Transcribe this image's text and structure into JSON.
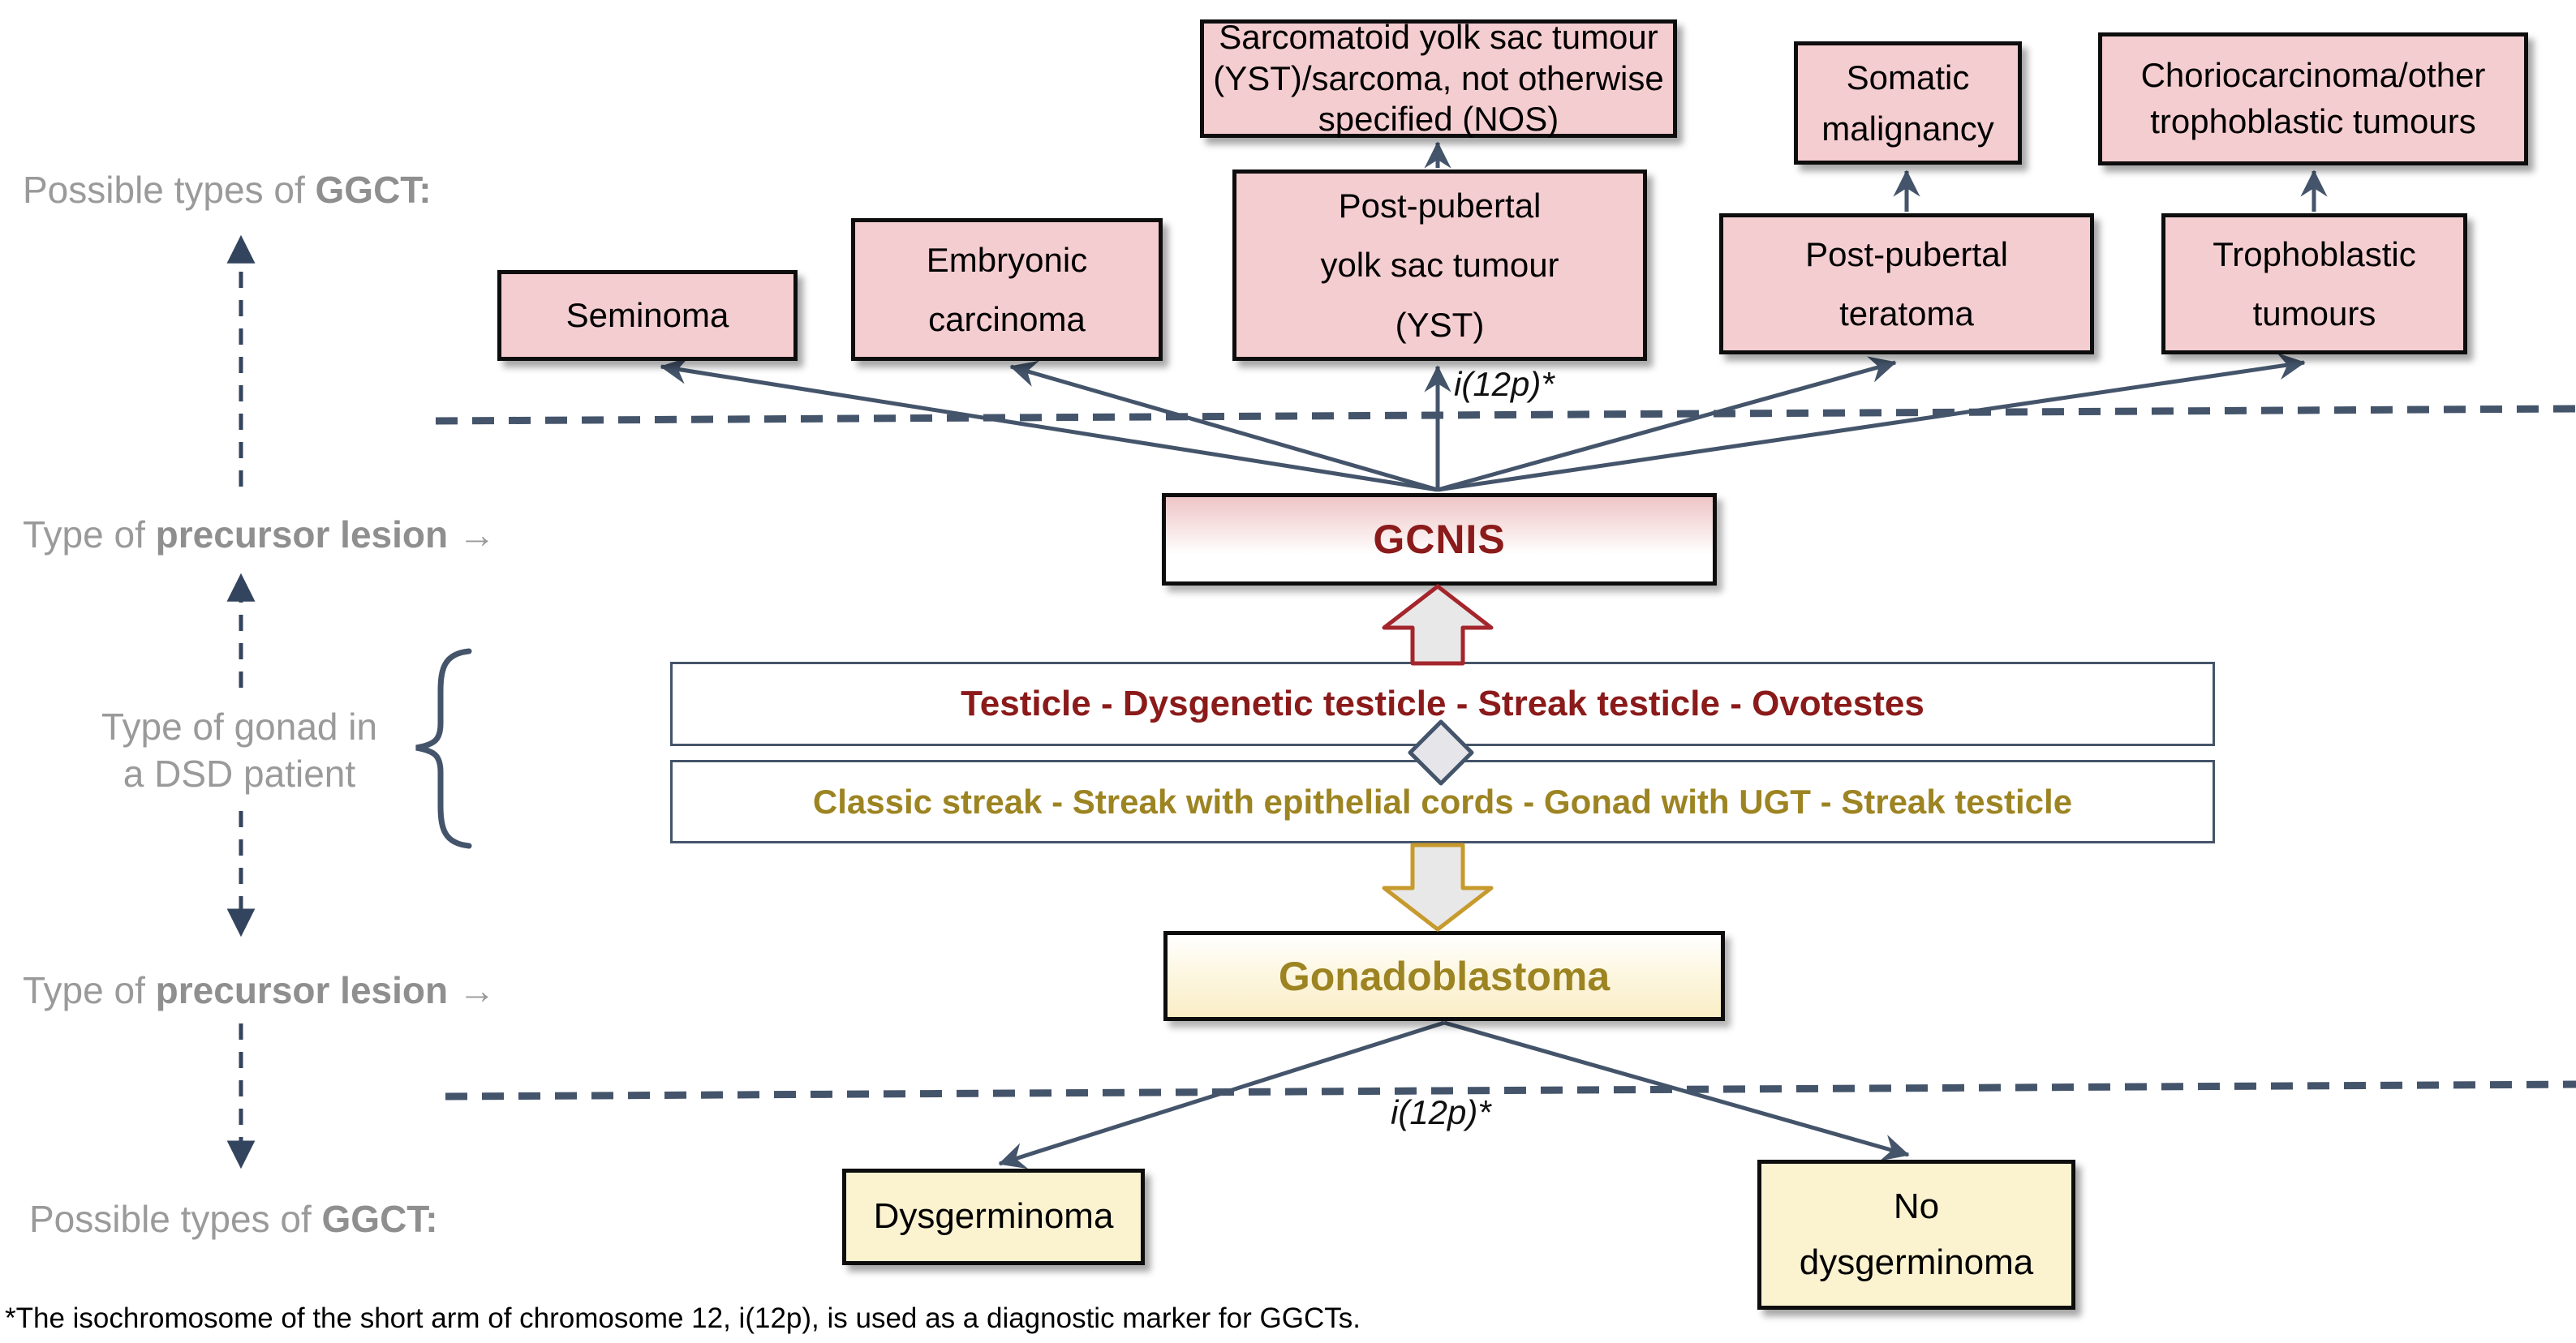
{
  "rail": {
    "possible_types": {
      "prefix": "Possible types of ",
      "bold": "GGCT:"
    },
    "precursor": {
      "prefix": "Type of ",
      "bold": "precursor lesion",
      "arrow": " →"
    },
    "gonad": "Type of gonad in\na DSD patient"
  },
  "marker_label": "i(12p)*",
  "nodes": {
    "sarcomatoid": "Sarcomatoid yolk sac tumour\n(YST)/sarcoma, not otherwise\nspecified (NOS)",
    "somatic": "Somatic\nmalignancy",
    "choriocarcinoma": "Choriocarcinoma/other\ntrophoblastic tumours",
    "seminoma": "Seminoma",
    "embryonic": "Embryonic\ncarcinoma",
    "post_pubertal_yst": "Post-pubertal\nyolk sac tumour\n(YST)",
    "post_pubertal_teratoma": "Post-pubertal\nteratoma",
    "trophoblastic": "Trophoblastic\ntumours",
    "gcnis": "GCNIS",
    "testicle_band": "Testicle - Dysgenetic testicle - Streak testicle - Ovotestes",
    "streak_band": "Classic streak - Streak with epithelial cords - Gonad with UGT - Streak testicle",
    "gonadoblastoma": "Gonadoblastoma",
    "dysgerminoma": "Dysgerminoma",
    "no_dysgerminoma": "No\ndysgerminoma"
  },
  "footnote": "*The isochromosome of the short arm of chromosome 12, i(12p), is used as a diagnostic marker for GGCTs.",
  "colors": {
    "pink_box_fill": "#f4cdd0",
    "cream_box_fill": "#fbf2d0",
    "navy_line": "#44546a",
    "dark_red_text": "#8b1a1a",
    "olive_text": "#9d8422",
    "gray_label": "#9a9a9a",
    "red_arrow_border": "#a4262c",
    "gold_arrow_border": "#c79a2d",
    "block_arrow_fill": "#e8e8e8"
  }
}
